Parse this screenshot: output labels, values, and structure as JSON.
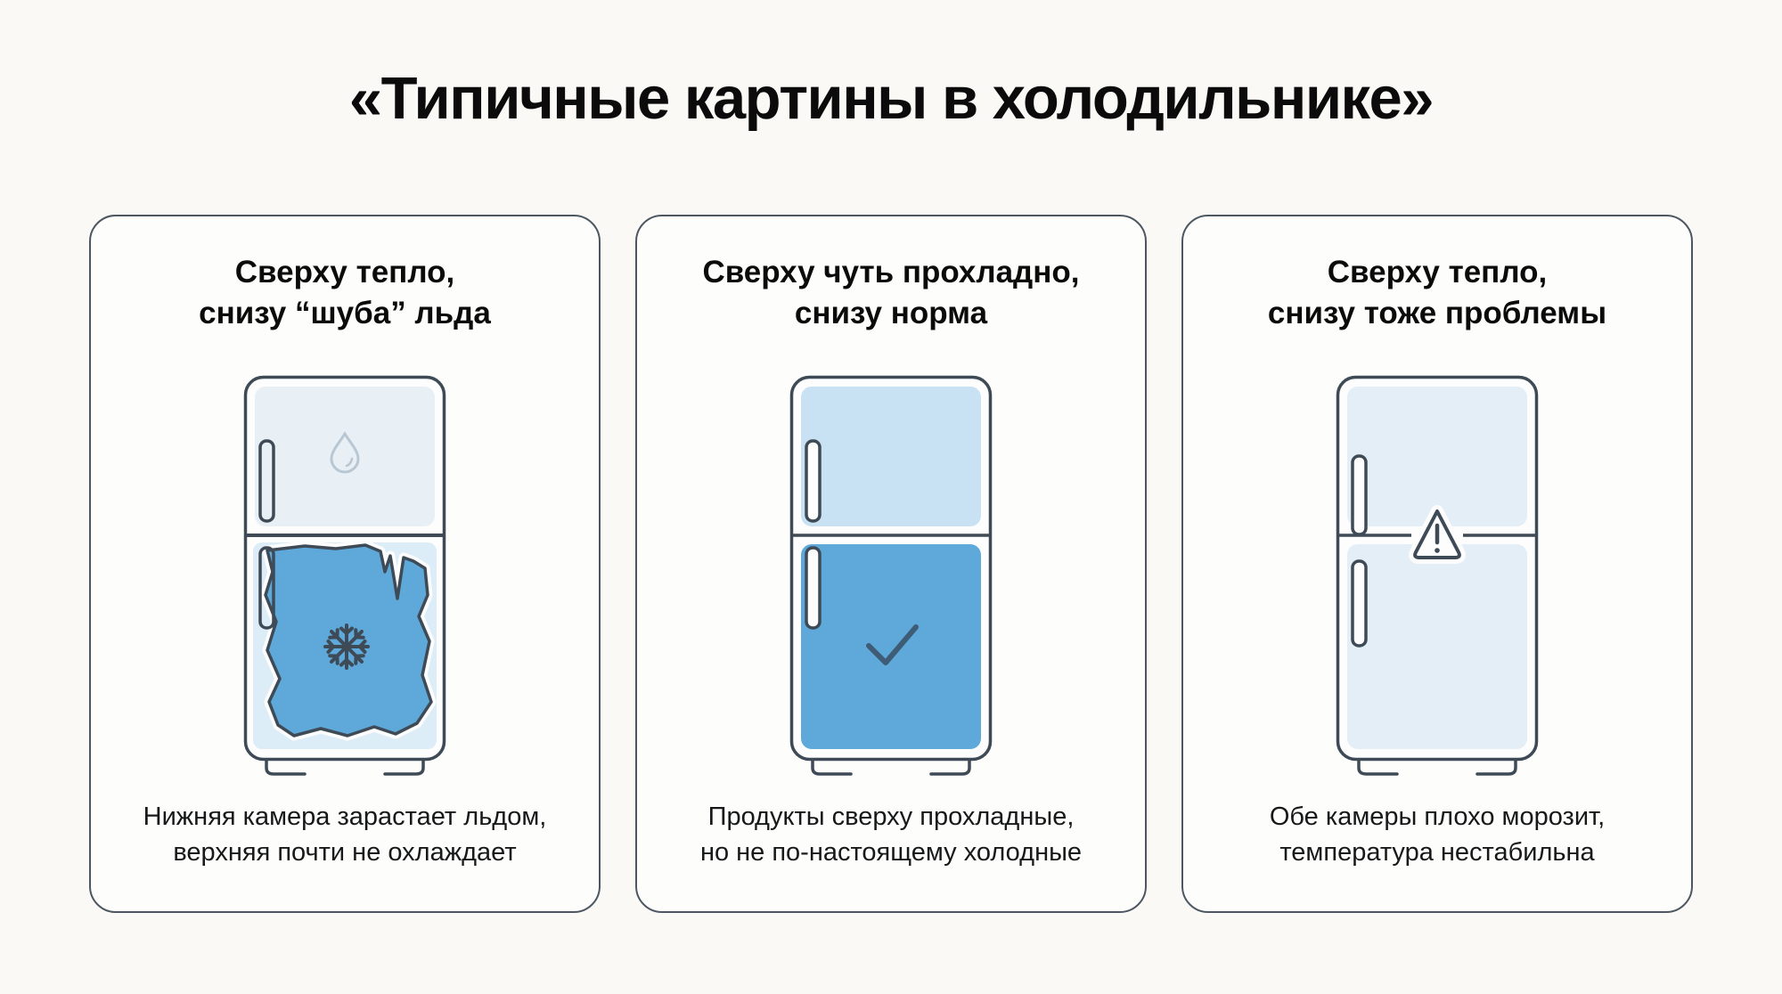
{
  "title": "«Типичные картины в холодильнике»",
  "cards": [
    {
      "heading": "Сверху тепло,\nснизу “шуба” льда",
      "caption": "Нижняя камера зарастает льдом,\nверхняя почти не охлаждает",
      "icon_top": "droplet",
      "icon_bottom": "snowflake"
    },
    {
      "heading": "Сверху чуть прохладно,\nснизу норма",
      "caption": "Продукты сверху прохладные,\nно не по-настоящему холодные",
      "icon_bottom": "checkmark"
    },
    {
      "heading": "Сверху тепло,\nснизу тоже проблемы",
      "caption": "Обе камеры плохо морозит,\nтемпература нестабильна",
      "icon_middle": "warning-triangle"
    }
  ],
  "colors": {
    "page_bg": "#faf9f5",
    "card_bg": "#fdfdfc",
    "card_border": "#4d5761",
    "outline": "#3e4a56",
    "pale_panel": "#e8eff5",
    "cool_panel": "#c9e2f3",
    "pale_panel_3": "#e4eef7",
    "frost_pale": "#dcedf8",
    "ice_blue": "#5ea9da",
    "droplet_stroke": "#b9c7d3",
    "check_stroke": "#3f5c77",
    "halo_white": "#fdfdfd"
  }
}
